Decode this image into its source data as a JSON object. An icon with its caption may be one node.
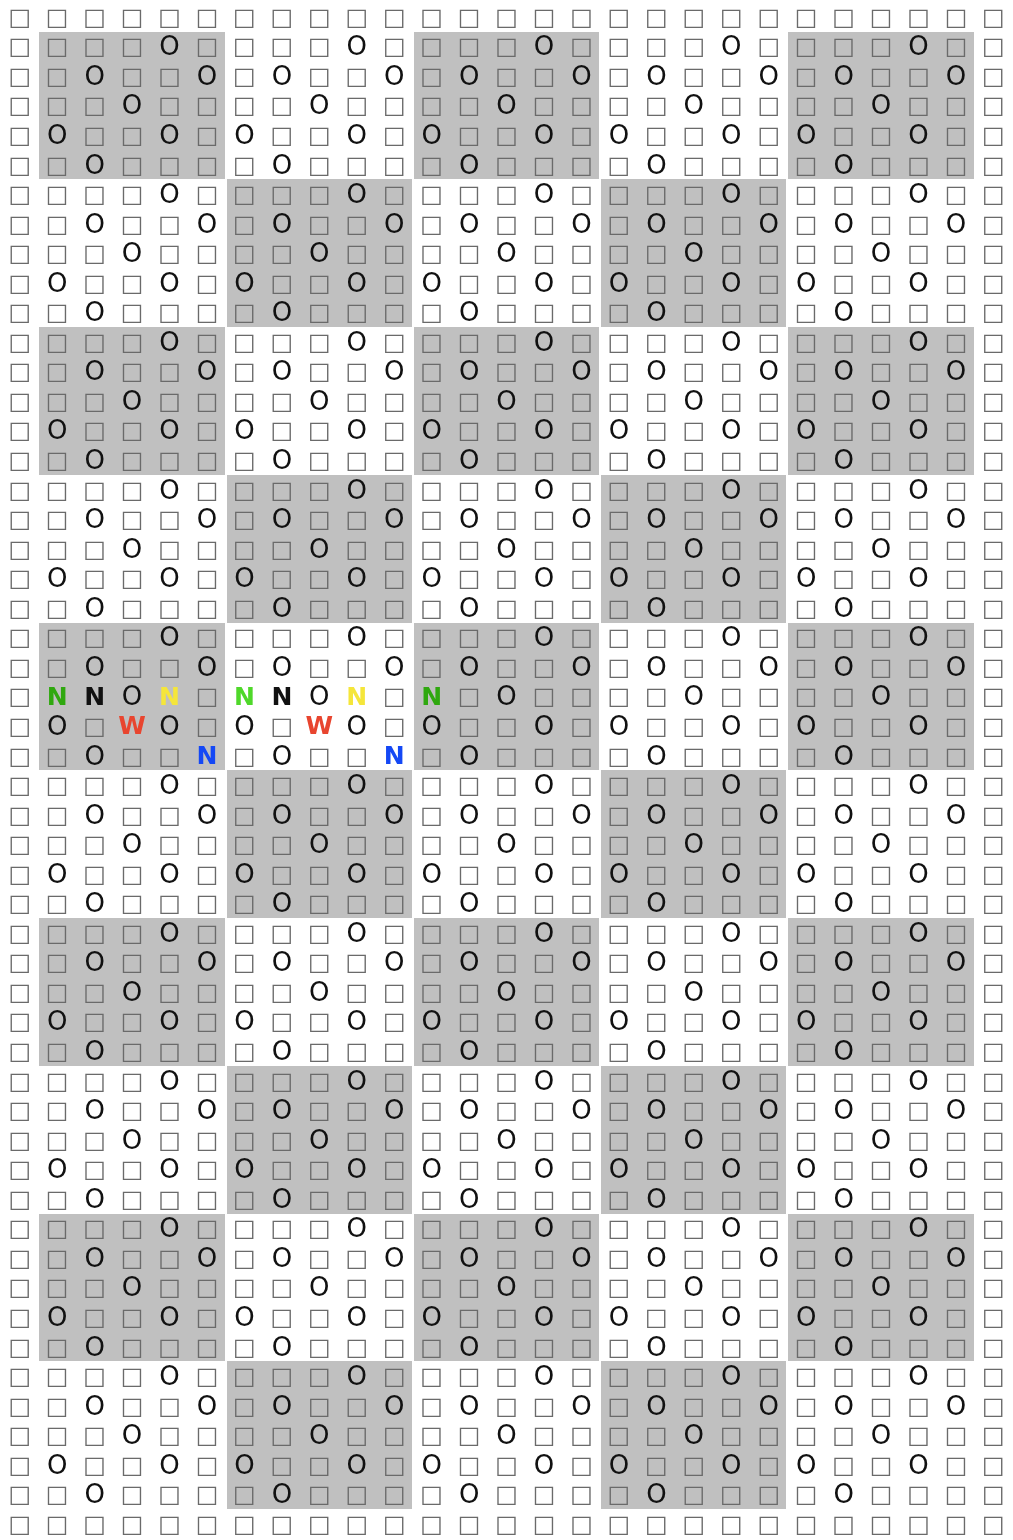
{
  "diagram": {
    "labels": [
      "□",
      "□",
      "□",
      "□",
      "□",
      "□",
      "□",
      "□",
      "□",
      "□",
      "□",
      "□",
      "□",
      "□",
      "□",
      "□",
      "□",
      "□",
      "□",
      "□",
      "□",
      "□",
      "□",
      "□",
      "□",
      "□",
      "□",
      "□",
      "□",
      "□",
      "□",
      "O",
      "□",
      "□",
      "□",
      "□",
      "O",
      "□",
      "□",
      "□",
      "□",
      "O",
      "□",
      "□",
      "□",
      "□",
      "O",
      "□",
      "□",
      "□",
      "□",
      "O",
      "□",
      "□",
      "□",
      "□",
      "O",
      "□",
      "□",
      "O",
      "□",
      "O",
      "□",
      "□",
      "O",
      "□",
      "O",
      "□",
      "□",
      "O",
      "□",
      "O",
      "□",
      "□",
      "O",
      "□",
      "O",
      "□",
      "□",
      "O",
      "□",
      "□",
      "□",
      "□",
      "O",
      "□",
      "□",
      "□",
      "□",
      "O",
      "□",
      "□",
      "□",
      "□",
      "O",
      "□",
      "□",
      "□",
      "□",
      "O",
      "□",
      "□",
      "□",
      "□",
      "O",
      "□",
      "□",
      "□",
      "□",
      "O",
      "□",
      "□",
      "O",
      "□",
      "O",
      "□",
      "□",
      "O",
      "□",
      "O",
      "□",
      "□",
      "O",
      "□",
      "O",
      "□",
      "□",
      "O",
      "□",
      "O",
      "□",
      "□",
      "O",
      "□",
      "□",
      "□",
      "□",
      "O",
      "□",
      "□",
      "□",
      "□",
      "O",
      "□",
      "□",
      "□",
      "□",
      "O",
      "□",
      "□",
      "□",
      "□",
      "O",
      "□",
      "□",
      "□",
      "□",
      "O",
      "□",
      "□",
      "□",
      "□",
      "□",
      "□",
      "□",
      "□",
      "O",
      "□",
      "□",
      "□",
      "□",
      "O",
      "□",
      "□",
      "□",
      "□",
      "O",
      "□",
      "□",
      "□",
      "□",
      "O",
      "□",
      "□",
      "□",
      "□",
      "O",
      "□",
      "□",
      "□",
      "□",
      "O",
      "□",
      "□",
      "O",
      "□",
      "O",
      "□",
      "□",
      "O",
      "□",
      "O",
      "□",
      "□",
      "O",
      "□",
      "O",
      "□",
      "□",
      "O",
      "□",
      "O",
      "□",
      "□",
      "O",
      "□",
      "□",
      "□",
      "□",
      "O",
      "□",
      "□",
      "□",
      "□",
      "O",
      "□",
      "□",
      "□",
      "□",
      "O",
      "□",
      "□",
      "□",
      "□",
      "O",
      "□",
      "□",
      "□",
      "□",
      "O",
      "□",
      "□",
      "□",
      "□",
      "O",
      "□",
      "□",
      "O",
      "□",
      "O",
      "□",
      "□",
      "O",
      "□",
      "O",
      "□",
      "□",
      "O",
      "□",
      "O",
      "□",
      "□",
      "O",
      "□",
      "O",
      "□",
      "□",
      "O",
      "□",
      "□",
      "□",
      "□",
      "O",
      "□",
      "□",
      "□",
      "□",
      "O",
      "□",
      "□",
      "□",
      "□",
      "O",
      "□",
      "□",
      "□",
      "□",
      "O",
      "□",
      "□",
      "□",
      "□",
      "O",
      "□",
      "□",
      "□",
      "□",
      "□",
      "□",
      "□",
      "□",
      "O",
      "□",
      "□",
      "□",
      "□",
      "O",
      "□",
      "□",
      "□",
      "□",
      "O",
      "□",
      "□",
      "□",
      "□",
      "O",
      "□",
      "□",
      "□",
      "□",
      "O",
      "□",
      "□",
      "□",
      "□",
      "O",
      "□",
      "□",
      "O",
      "□",
      "O",
      "□",
      "□",
      "O",
      "□",
      "O",
      "□",
      "□",
      "O",
      "□",
      "O",
      "□",
      "□",
      "O",
      "□",
      "O",
      "□",
      "□",
      "O",
      "□",
      "□",
      "□",
      "□",
      "O",
      "□",
      "□",
      "□",
      "□",
      "O",
      "□",
      "□",
      "□",
      "□",
      "O",
      "□",
      "□",
      "□",
      "□",
      "O",
      "□",
      "□",
      "□",
      "□",
      "O",
      "□",
      "□",
      "□",
      "□",
      "O",
      "□",
      "□",
      "O",
      "□",
      "O",
      "□",
      "□",
      "O",
      "□",
      "O",
      "□",
      "□",
      "O",
      "□",
      "O",
      "□",
      "□",
      "O",
      "□",
      "O",
      "□",
      "□",
      "O",
      "□",
      "□",
      "□",
      "□",
      "O",
      "□",
      "□",
      "□",
      "□",
      "O",
      "□",
      "□",
      "□",
      "□",
      "O",
      "□",
      "□",
      "□",
      "□",
      "O",
      "□",
      "□",
      "□",
      "□",
      "O",
      "□",
      "□",
      "□",
      "□",
      "□",
      "□",
      "□",
      "□",
      "O",
      "□",
      "□",
      "□",
      "□",
      "O",
      "□",
      "□",
      "□",
      "□",
      "O",
      "□",
      "□",
      "□",
      "□",
      "O",
      "□",
      "□",
      "□",
      "□",
      "O",
      "□",
      "□",
      "□",
      "□",
      "O",
      "□",
      "□",
      "O",
      "□",
      "O",
      "□",
      "□",
      "O",
      "□",
      "O",
      "□",
      "□",
      "O",
      "□",
      "O",
      "□",
      "□",
      "O",
      "□",
      "O",
      "□",
      "□",
      "O",
      "□",
      "□",
      "□",
      "□",
      "O",
      "□",
      "□",
      "□",
      "□",
      "O",
      "□",
      "□",
      "□",
      "□",
      "O",
      "□",
      "□",
      "□",
      "□",
      "O",
      "□",
      "□",
      "□",
      "□",
      "O",
      "□",
      "□",
      "□",
      "□",
      "O",
      "□",
      "□",
      "O",
      "□",
      "O",
      "□",
      "□",
      "O",
      "□",
      "O",
      "□",
      "□",
      "O",
      "□",
      "O",
      "□",
      "□",
      "O",
      "□",
      "O",
      "□",
      "□",
      "O",
      "□",
      "□",
      "□",
      "□",
      "O",
      "□",
      "□",
      "□",
      "□",
      "O",
      "□",
      "□",
      "□",
      "□",
      "O",
      "□",
      "□",
      "□",
      "□",
      "O",
      "□",
      "□",
      "□",
      "□",
      "O",
      "□",
      "□",
      "□",
      "□",
      "□",
      "□",
      "□",
      "□",
      "O",
      "□",
      "□",
      "□",
      "□",
      "O",
      "□",
      "□",
      "□",
      "□",
      "O",
      "□",
      "□",
      "□",
      "□",
      "O",
      "□",
      "□",
      "□",
      "□",
      "O",
      "□",
      "□",
      "□",
      "□",
      "O",
      "□",
      "□",
      "O",
      "□",
      "O",
      "□",
      "□",
      "O",
      "□",
      "O",
      "□",
      "□",
      "O",
      "□",
      "O",
      "□",
      "□",
      "O",
      "□",
      "O",
      "□",
      "□",
      "O",
      "□",
      "□",
      "N",
      "N",
      "O",
      "N",
      "□",
      "N",
      "N",
      "O",
      "N",
      "□",
      "N",
      "□",
      "O",
      "□",
      "□",
      "□",
      "□",
      "O",
      "□",
      "□",
      "□",
      "□",
      "O",
      "□",
      "□",
      "□",
      "□",
      "O",
      "□",
      "W",
      "O",
      "□",
      "O",
      "□",
      "W",
      "O",
      "□",
      "O",
      "□",
      "□",
      "O",
      "□",
      "O",
      "□",
      "□",
      "O",
      "□",
      "O",
      "□",
      "□",
      "O",
      "□",
      "□",
      "□",
      "□",
      "O",
      "□",
      "□",
      "N",
      "□",
      "O",
      "□",
      "□",
      "N",
      "□",
      "O",
      "□",
      "□",
      "□",
      "□",
      "O",
      "□",
      "□",
      "□",
      "□",
      "O",
      "□",
      "□",
      "□",
      "□",
      "□",
      "□",
      "□",
      "□",
      "O",
      "□",
      "□",
      "□",
      "□",
      "O",
      "□",
      "□",
      "□",
      "□",
      "O",
      "□",
      "□",
      "□",
      "□",
      "O",
      "□",
      "□",
      "□",
      "□",
      "O",
      "□",
      "□",
      "□",
      "□",
      "O",
      "□",
      "□",
      "O",
      "□",
      "O",
      "□",
      "□",
      "O",
      "□",
      "O",
      "□",
      "□",
      "O",
      "□",
      "O",
      "□",
      "□",
      "O",
      "□",
      "O",
      "□",
      "□",
      "O",
      "□",
      "□",
      "□",
      "□",
      "O",
      "□",
      "□",
      "□",
      "□",
      "O",
      "□",
      "□",
      "□",
      "□",
      "O",
      "□",
      "□",
      "□",
      "□",
      "O",
      "□",
      "□",
      "□",
      "□",
      "O",
      "□",
      "□",
      "□",
      "□",
      "O",
      "□",
      "□",
      "O",
      "□",
      "O",
      "□",
      "□",
      "O",
      "□",
      "O",
      "□",
      "□",
      "O",
      "□",
      "O",
      "□",
      "□",
      "O",
      "□",
      "O",
      "□",
      "□",
      "O",
      "□",
      "□",
      "□",
      "□",
      "O",
      "□",
      "□",
      "□",
      "□",
      "O",
      "□",
      "□",
      "□",
      "□",
      "O",
      "□",
      "□",
      "□",
      "□",
      "O",
      "□",
      "□",
      "□",
      "□",
      "O",
      "□",
      "□",
      "□",
      "□",
      "□",
      "□",
      "□",
      "□",
      "O",
      "□",
      "□",
      "□",
      "□",
      "O",
      "□",
      "□",
      "□",
      "□",
      "O",
      "□",
      "□",
      "□",
      "□",
      "O",
      "□",
      "□",
      "□",
      "□",
      "O",
      "□",
      "□",
      "□",
      "□",
      "O",
      "□",
      "□",
      "O",
      "□",
      "O",
      "□",
      "□",
      "O",
      "□",
      "O",
      "□",
      "□",
      "O",
      "□",
      "O",
      "□",
      "□",
      "O",
      "□",
      "O",
      "□",
      "□",
      "O",
      "□",
      "□",
      "□",
      "□",
      "O",
      "□",
      "□",
      "□",
      "□",
      "O",
      "□",
      "□",
      "□",
      "□",
      "O",
      "□",
      "□",
      "□",
      "□",
      "O",
      "□",
      "□",
      "□",
      "□",
      "O",
      "□",
      "□",
      "□",
      "□",
      "O",
      "□",
      "□",
      "O",
      "□",
      "O",
      "□",
      "□",
      "O",
      "□",
      "O",
      "□",
      "□",
      "O",
      "□",
      "O",
      "□",
      "□",
      "O",
      "□",
      "O",
      "□",
      "□",
      "O",
      "□",
      "□",
      "□",
      "□",
      "O",
      "□",
      "□",
      "□",
      "□",
      "O",
      "□",
      "□",
      "□",
      "□",
      "O",
      "□",
      "□",
      "□",
      "□",
      "O",
      "□",
      "□",
      "□",
      "□",
      "O",
      "□",
      "□",
      "□",
      "□",
      "□",
      "□",
      "□",
      "□",
      "O",
      "□",
      "□",
      "□",
      "□",
      "O",
      "□",
      "□",
      "□",
      "□",
      "O",
      "□",
      "□",
      "□",
      "□",
      "O",
      "□",
      "□",
      "□",
      "□",
      "O",
      "□",
      "□",
      "□",
      "□",
      "O",
      "□",
      "□",
      "O",
      "□",
      "O",
      "□",
      "□",
      "O",
      "□",
      "O",
      "□",
      "□",
      "O",
      "□",
      "O",
      "□",
      "□",
      "O",
      "□",
      "O",
      "□",
      "□",
      "O",
      "□",
      "□",
      "□",
      "□",
      "O",
      "□",
      "□",
      "□",
      "□",
      "O",
      "□",
      "□",
      "□",
      "□",
      "O",
      "□",
      "□",
      "□",
      "□",
      "O",
      "□",
      "□",
      "□",
      "□",
      "O",
      "□",
      "□",
      "□",
      "□",
      "O",
      "□",
      "□",
      "O",
      "□",
      "O",
      "□",
      "□",
      "O",
      "□",
      "O",
      "□",
      "□",
      "O",
      "□",
      "O",
      "□",
      "□",
      "O",
      "□",
      "O",
      "□",
      "□",
      "O",
      "□",
      "□",
      "□",
      "□",
      "O",
      "□",
      "□",
      "□",
      "□",
      "O",
      "□",
      "□",
      "□",
      "□",
      "O",
      "□",
      "□",
      "□",
      "□",
      "O",
      "□",
      "□",
      "□",
      "□",
      "O",
      "□",
      "□",
      "□",
      "□",
      "□",
      "□",
      "□",
      "□",
      "O",
      "□",
      "□",
      "□",
      "□",
      "O",
      "□",
      "□",
      "□",
      "□",
      "O",
      "□",
      "□",
      "□",
      "□",
      "O",
      "□",
      "□",
      "□",
      "□",
      "O",
      "□",
      "□",
      "□",
      "□",
      "O",
      "□",
      "□",
      "O",
      "□",
      "O",
      "□",
      "□",
      "O",
      "□",
      "O",
      "□",
      "□",
      "O",
      "□",
      "O",
      "□",
      "□",
      "O",
      "□",
      "O",
      "□",
      "□",
      "O",
      "□",
      "□",
      "□",
      "□",
      "O",
      "□",
      "□",
      "□",
      "□",
      "O",
      "□",
      "□",
      "□",
      "□",
      "O",
      "□",
      "□",
      "□",
      "□",
      "O",
      "□",
      "□",
      "□",
      "□",
      "O",
      "□",
      "□",
      "□",
      "□",
      "O",
      "□",
      "□",
      "O",
      "□",
      "O",
      "□",
      "□",
      "O",
      "□",
      "O",
      "□",
      "□",
      "O",
      "□",
      "O",
      "□",
      "□",
      "O",
      "□",
      "O",
      "□",
      "□",
      "O",
      "□",
      "□",
      "□",
      "□",
      "O",
      "□",
      "□",
      "□",
      "□",
      "O",
      "□",
      "□",
      "□",
      "□",
      "O",
      "□",
      "□",
      "□",
      "□",
      "O",
      "□",
      "□",
      "□",
      "□",
      "O",
      "□",
      "□",
      "□",
      "□",
      "□",
      "□",
      "□",
      "□",
      "O",
      "□",
      "□",
      "□",
      "□",
      "O",
      "□",
      "□",
      "□",
      "□",
      "O",
      "□",
      "□",
      "□",
      "□",
      "O",
      "□",
      "□",
      "□",
      "□",
      "O",
      "□",
      "□",
      "□",
      "□",
      "O",
      "□",
      "□",
      "O",
      "□",
      "O",
      "□",
      "□",
      "O",
      "□",
      "O",
      "□",
      "□",
      "O",
      "□",
      "O",
      "□",
      "□",
      "O",
      "□",
      "O",
      "□",
      "□",
      "O",
      "□",
      "□",
      "□",
      "□",
      "O",
      "□",
      "□",
      "□",
      "□",
      "O",
      "□",
      "□",
      "□",
      "□",
      "O",
      "□",
      "□",
      "□",
      "□",
      "O",
      "□",
      "□",
      "□",
      "□",
      "O",
      "□",
      "□",
      "□",
      "□",
      "O",
      "□",
      "□",
      "O",
      "□",
      "O",
      "□",
      "□",
      "O",
      "□",
      "O",
      "□",
      "□",
      "O",
      "□",
      "O",
      "□",
      "□",
      "O",
      "□",
      "O",
      "□",
      "□",
      "O",
      "□",
      "□",
      "□",
      "□",
      "O",
      "□",
      "□",
      "□",
      "□",
      "O",
      "□",
      "□",
      "□",
      "□",
      "O",
      "□",
      "□",
      "□",
      "□",
      "O",
      "□",
      "□",
      "□",
      "□",
      "O",
      "□",
      "□",
      "□",
      "□",
      "□",
      "□",
      "□",
      "□",
      "□",
      "□",
      "□",
      "□",
      "□",
      "□",
      "□",
      "□",
      "□",
      "□",
      "□",
      "□",
      "□",
      "□",
      "□",
      "□",
      "□",
      "□",
      "□",
      "□",
      "□",
      "□",
      "□"
    ]
  }
}
